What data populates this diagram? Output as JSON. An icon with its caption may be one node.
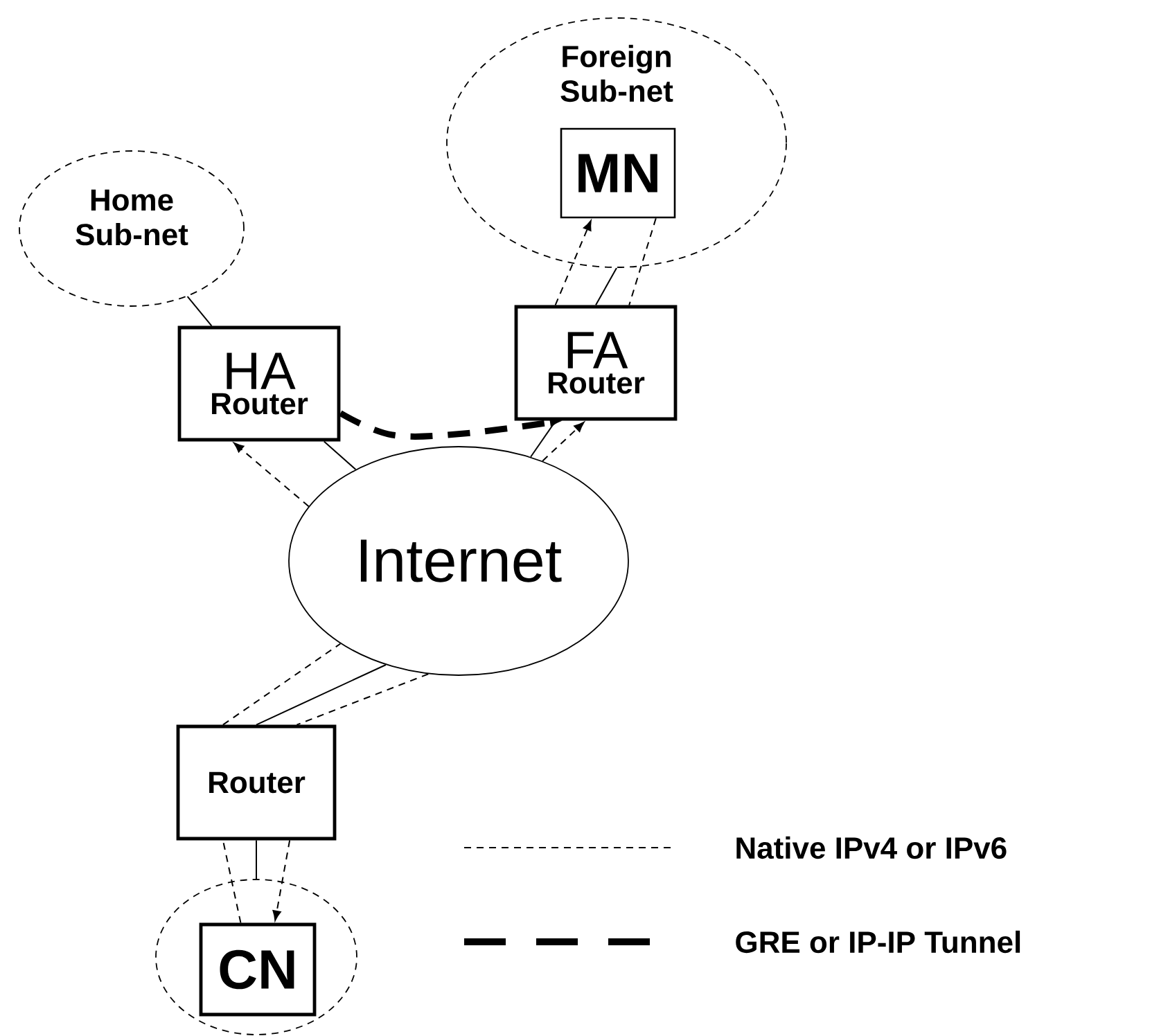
{
  "diagram": {
    "nodes": [
      {
        "text": [
          "Home Sub-net"
        ]
      },
      {
        "text": [
          "Foreign Sub-net"
        ]
      },
      {
        "text": [
          "MN"
        ],
        "in": 1
      },
      {
        "text": [
          "HA",
          "Router"
        ]
      },
      {
        "text": [
          "FA",
          "Router"
        ]
      },
      {
        "text": [
          "Internet"
        ]
      },
      {
        "text": [
          "Router"
        ]
      },
      {
        "text": [],
        "shape": "ellipse"
      },
      {
        "text": [
          "CN"
        ],
        "in": 7
      }
    ],
    "edges": [
      {
        "from": 0,
        "to": 3,
        "arrow": "none"
      },
      {
        "from": 1,
        "to": 4,
        "arrow": "none"
      },
      {
        "from": 3,
        "to": 5,
        "arrow": "none"
      },
      {
        "from": 4,
        "to": 5,
        "arrow": "none"
      },
      {
        "from": 5,
        "to": 6,
        "arrow": "none"
      },
      {
        "from": 6,
        "to": 7,
        "arrow": "none"
      },
      {
        "from": 8,
        "to": 6,
        "arrow": "none",
        "style": "dashed"
      },
      {
        "from": 6,
        "to": 5,
        "arrow": "none",
        "style": "dashed"
      },
      {
        "from": 5,
        "to": 3,
        "arrow": "to",
        "style": "dashed"
      },
      {
        "from": 3,
        "to": 4,
        "arrow": "to",
        "style": "dashed"
      },
      {
        "from": 4,
        "to": 2,
        "arrow": "to",
        "style": "dashed"
      },
      {
        "from": 2,
        "to": 4,
        "arrow": "none",
        "style": "dashed"
      },
      {
        "from": 5,
        "to": 4,
        "arrow": "to",
        "style": "dashed"
      },
      {
        "from": 5,
        "to": 6,
        "arrow": "none",
        "style": "dashed"
      },
      {
        "from": 6,
        "to": 8,
        "arrow": "to",
        "style": "dashed"
      }
    ],
    "legend": [
      {
        "text": "Native IPv4 or IPv6"
      },
      {
        "text": "GRE or IP-IP Tunnel"
      }
    ]
  }
}
